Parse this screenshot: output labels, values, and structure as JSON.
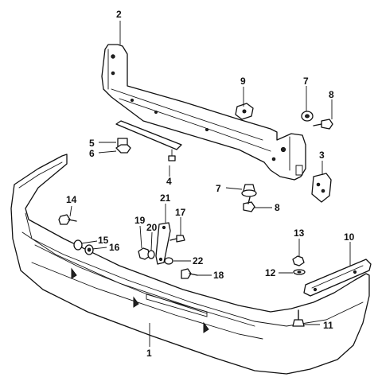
{
  "diagram": {
    "callouts": [
      "1",
      "2",
      "3",
      "4",
      "5",
      "6",
      "7",
      "7",
      "8",
      "8",
      "9",
      "10",
      "11",
      "12",
      "13",
      "14",
      "15",
      "16",
      "17",
      "18",
      "19",
      "20",
      "21",
      "22"
    ]
  }
}
